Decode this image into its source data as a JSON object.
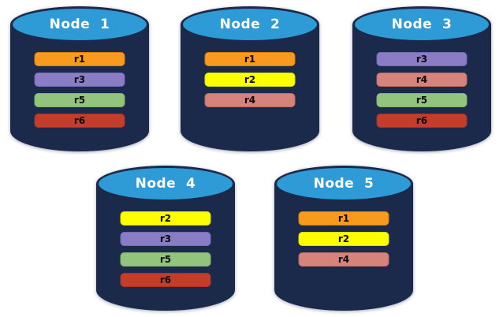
{
  "background": "#FFFFFF",
  "cylinder": {
    "body_color": "#1B2A4B",
    "top_color": "#2E9BD6",
    "title_color": "#FFFFFF"
  },
  "replica_colors": {
    "r1": {
      "fill": "#F89A1D",
      "border": "#D97F06"
    },
    "r2": {
      "fill": "#FDFF00",
      "border": "#DBDD00"
    },
    "r3": {
      "fill": "#8A7CC5",
      "border": "#7668B8"
    },
    "r4": {
      "fill": "#D5837B",
      "border": "#C06A61"
    },
    "r5": {
      "fill": "#93C47E",
      "border": "#7FB36A"
    },
    "r6": {
      "fill": "#C43D2B",
      "border": "#A93226"
    }
  },
  "nodes": [
    {
      "label": "Node  1",
      "replicas": [
        "r1",
        "r3",
        "r5",
        "r6"
      ]
    },
    {
      "label": "Node  2",
      "replicas": [
        "r1",
        "r2",
        "r4"
      ]
    },
    {
      "label": "Node  3",
      "replicas": [
        "r3",
        "r4",
        "r5",
        "r6"
      ]
    },
    {
      "label": "Node  4",
      "replicas": [
        "r2",
        "r3",
        "r5",
        "r6"
      ]
    },
    {
      "label": "Node  5",
      "replicas": [
        "r1",
        "r2",
        "r4"
      ]
    }
  ]
}
